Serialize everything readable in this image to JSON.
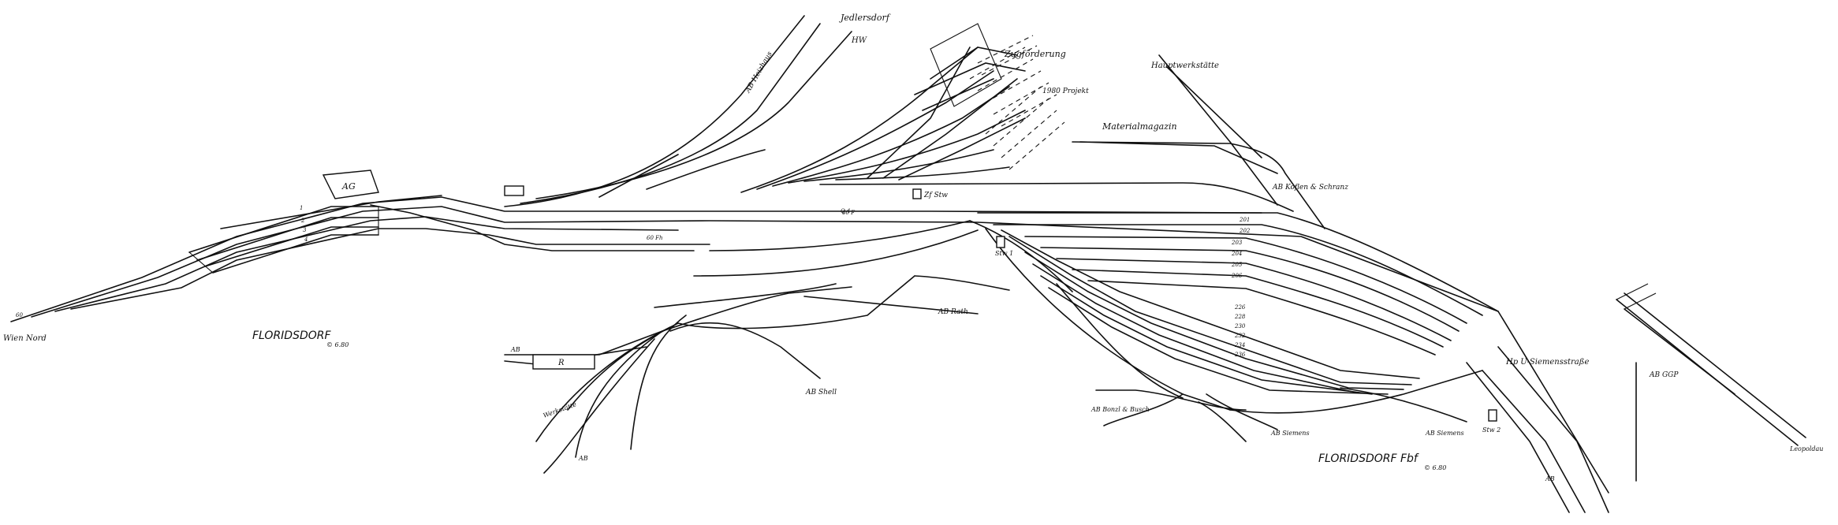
{
  "labels": {
    "jedlersdorf": "Jedlersdorf",
    "hw": "HW",
    "ab_heizhaus": "AB Heizhaus",
    "zugfoerderung": "Zugförderung",
    "projekt": "1980 Projekt",
    "hauptwerkstaette": "Hauptwerkstätte",
    "materialmagazin": "Materialmagazin",
    "ag": "AG",
    "wien_nord": "Wien Nord",
    "floridsdorf": "FLORIDSDORF",
    "floridsdorf_date": "© 6.80",
    "zfstw": "Zf Stw",
    "stw1": "Stw 1",
    "stw2": "Stw 2",
    "ab_koflen": "AB Koflen & Schranz",
    "ab_rath": "AB Rath",
    "ab_shell": "AB Shell",
    "ab_bonzl": "AB Bonzl & Busch",
    "ab_siemens_1": "AB Siemens",
    "ab_siemens_2": "AB Siemens",
    "hp_siemens": "Hp U-Siemensstraße",
    "ab_ggp": "AB GGP",
    "leopoldau": "Leopoldau",
    "floridsdorf_fbf": "FLORIDSDORF Fbf",
    "fbf_date": "© 6.80",
    "ab_left": "AB",
    "ab_bottom_left": "AB",
    "ab_bottom_right": "AB",
    "r_box": "R",
    "werkstaette": "Werkstätte",
    "signal_60": "60",
    "signal_q4": "Q 4",
    "signal_60f": "60 F",
    "signal_60fh": "60 Fh"
  },
  "track_numbers": {
    "left_yard": [
      "1",
      "2",
      "3",
      "4"
    ],
    "right_yard_a": [
      "201",
      "202",
      "203",
      "204",
      "205",
      "206"
    ],
    "right_yard_b": [
      "226",
      "228",
      "230",
      "232",
      "234",
      "236"
    ]
  },
  "colors": {
    "ink": "#111111",
    "paper": "#ffffff"
  }
}
